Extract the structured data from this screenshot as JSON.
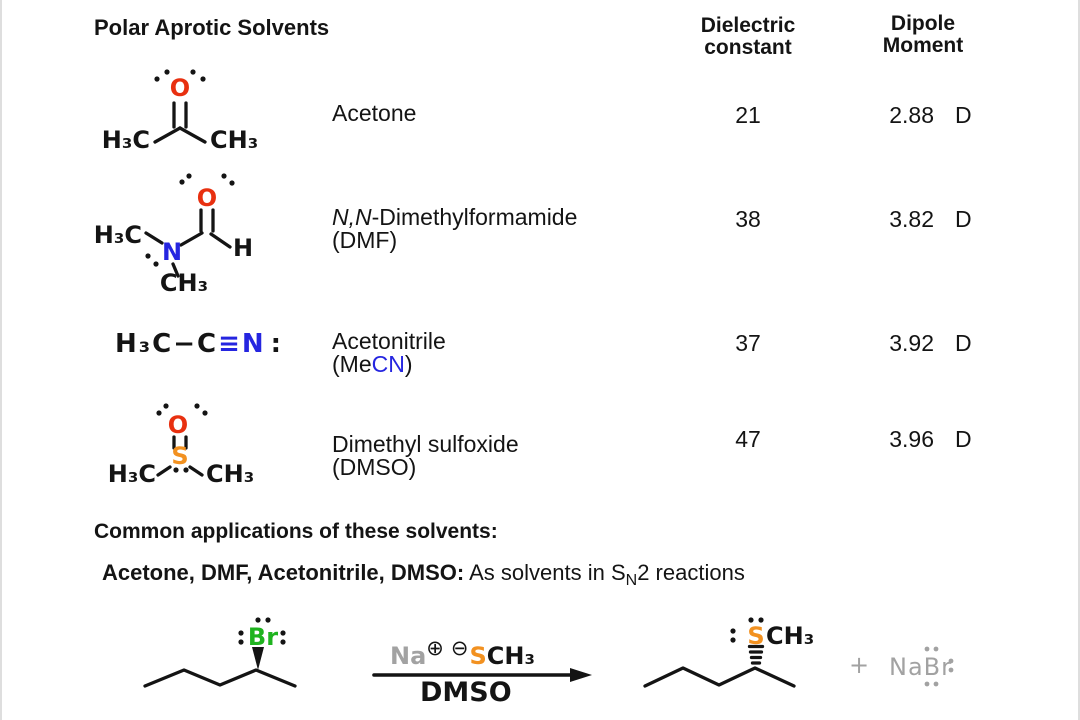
{
  "page": {
    "title": "Polar Aprotic Solvents"
  },
  "colors": {
    "oxygen": "#e83010",
    "nitrogen": "#2525e0",
    "sulfur": "#f29120",
    "bromine": "#1fb31f",
    "muted": "#a2a2a2",
    "ink": "#141414"
  },
  "table": {
    "headers": {
      "dielectric": "Dielectric\nconstant",
      "dipole": "Dipole\nMoment"
    },
    "rows": [
      {
        "name": "Acetone",
        "dielectric": "21",
        "dipole": "2.88",
        "unit": "D"
      },
      {
        "name_italic": "N,N",
        "name_rest": "-Dimethylformamide",
        "name2": "(DMF)",
        "dielectric": "38",
        "dipole": "3.82",
        "unit": "D"
      },
      {
        "name": "Acetonitrile",
        "name2_pre": "(Me",
        "name2_hl": "CN",
        "name2_post": ")",
        "dielectric": "37",
        "dipole": "3.92",
        "unit": "D"
      },
      {
        "name": "Dimethyl sulfoxide",
        "name2": "(DMSO)",
        "dielectric": "47",
        "dipole": "3.96",
        "unit": "D"
      }
    ]
  },
  "structures": {
    "acetone": {
      "oxygen": "O",
      "methyl_left": "H₃C",
      "methyl_right": "CH₃"
    },
    "dmf": {
      "oxygen": "O",
      "nitrogen": "N",
      "hydrogen": "H",
      "methyl_left": "H₃C",
      "methyl_bottom": "CH₃"
    },
    "acetonitrile": {
      "chain": "H₃C−C",
      "nitrile": "≡N",
      "lone_pair": ":"
    },
    "dmso": {
      "oxygen": "O",
      "sulfur": "S",
      "methyl_left": "H₃C",
      "methyl_right": "CH₃"
    }
  },
  "applications": {
    "heading": "Common applications of these solvents:",
    "solvent_list": "Acetone, DMF, Acetonitrile, DMSO:",
    "use_pre": " As solvents in S",
    "use_sub": "N",
    "use_post": "2 reactions"
  },
  "reaction": {
    "bromine": "Br",
    "sodium": "Na",
    "plus_charge": "⊕",
    "minus_charge": "⊖",
    "sulfur": "S",
    "methyl": "CH₃",
    "solvent": "DMSO",
    "product_sulfur": "S",
    "product_methyl": "CH₃",
    "plus": "+",
    "byproduct": "NaBr"
  }
}
